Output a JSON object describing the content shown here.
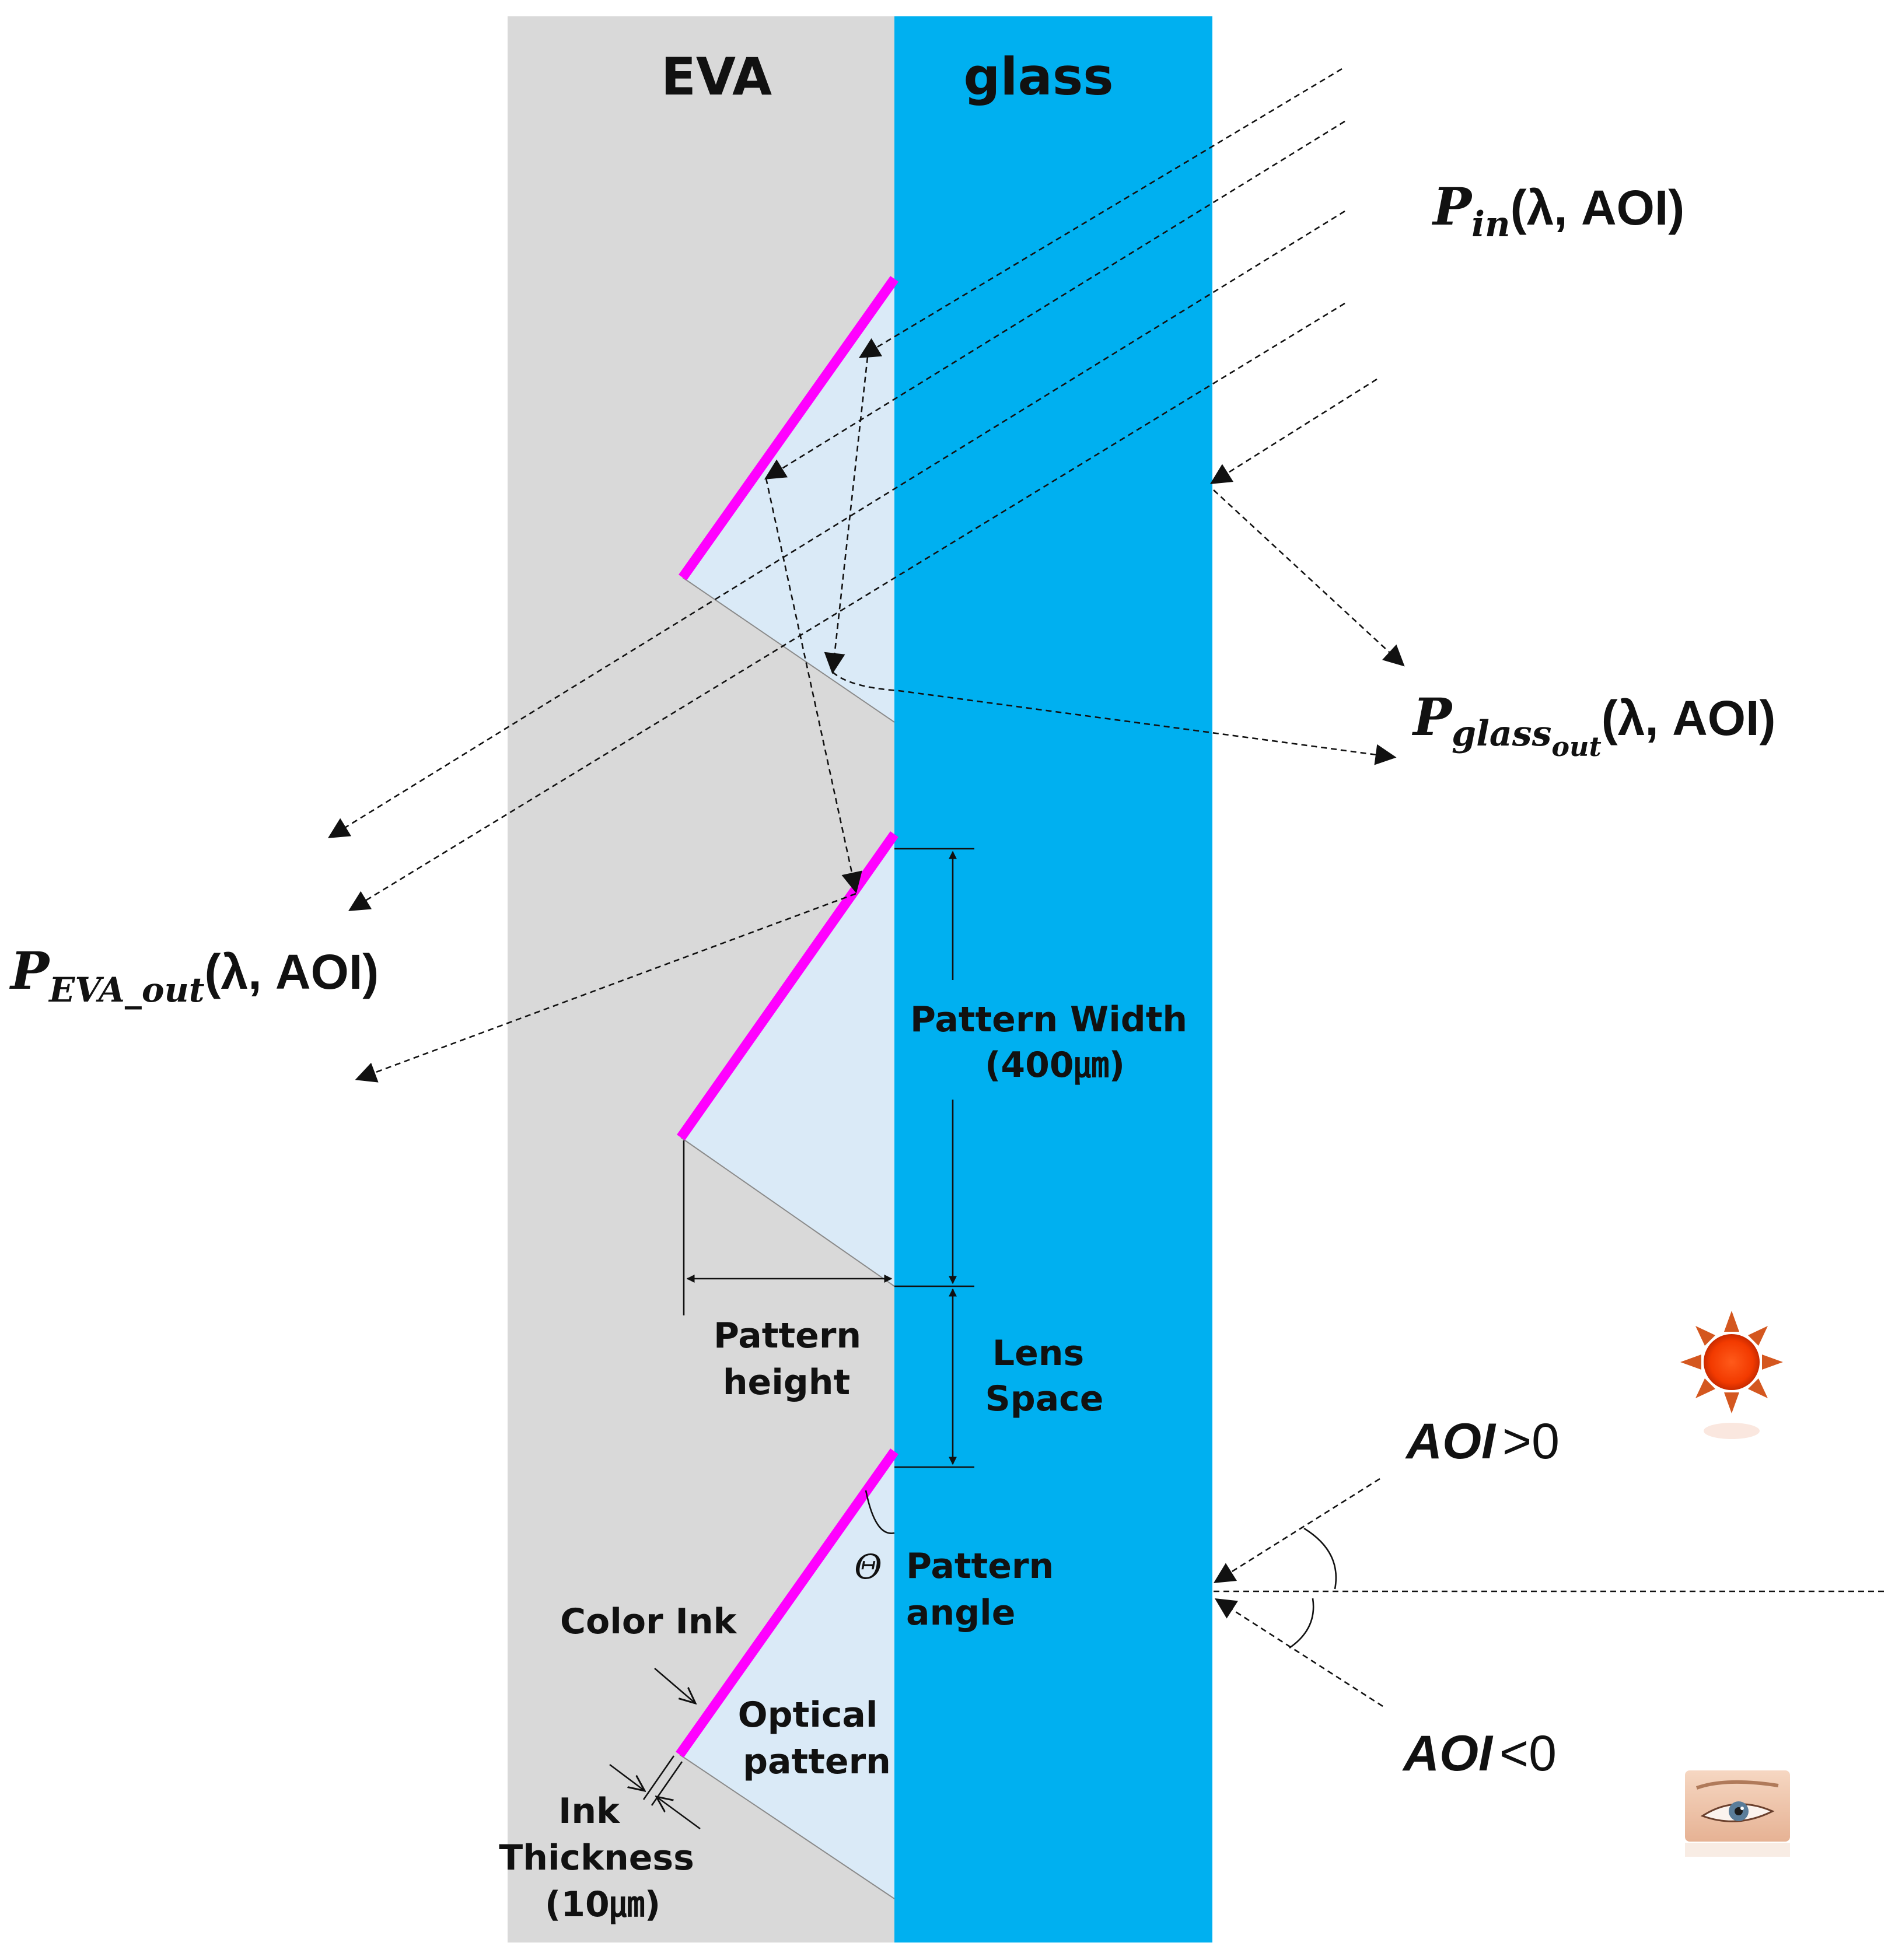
{
  "layers": {
    "eva_label": "EVA",
    "glass_label": "glass"
  },
  "colors": {
    "eva": "#d9d9d9",
    "glass": "#00b0f0",
    "optical_pattern": "#daeaf7",
    "color_ink": "#ff00ff",
    "ray": "#111111"
  },
  "powers": {
    "p_in": {
      "symbol": "P",
      "subscript": "in",
      "args": "(λ, AOI)"
    },
    "p_glass_out": {
      "symbol": "P",
      "subscript": "glass",
      "subsubscript": "out",
      "args": "(λ, AOI)"
    },
    "p_eva_out": {
      "symbol": "P",
      "subscript": "EVA_out",
      "args": "(λ, AOI)"
    }
  },
  "dimensions": {
    "pattern_width": [
      "Pattern Width",
      "(400㎛)"
    ],
    "pattern_height": [
      "Pattern",
      "height"
    ],
    "lens_space": [
      "Lens",
      "Space"
    ],
    "pattern_angle_symbol": "Θ",
    "pattern_angle": [
      "Pattern",
      "angle"
    ],
    "color_ink": "Color Ink",
    "optical_pattern": [
      "Optical",
      "pattern"
    ],
    "ink_thickness": [
      "Ink",
      "Thickness",
      "(10㎛)"
    ]
  },
  "aoi": {
    "positive_term": "AOI",
    "positive_rel": ">0",
    "negative_term": "AOI",
    "negative_rel": "<0"
  },
  "icons": [
    "sun-icon",
    "eye-icon"
  ]
}
